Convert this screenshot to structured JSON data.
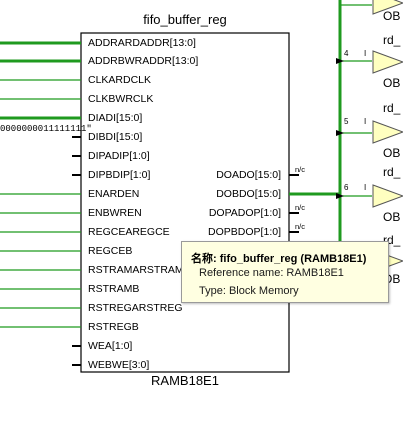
{
  "cell": {
    "instance_name": "fifo_buffer_reg",
    "type_name": "RAMB18E1"
  },
  "input_pins": [
    "ADDRARDADDR[13:0]",
    "ADDRBWRADDR[13:0]",
    "CLKARDCLK",
    "CLKBWRCLK",
    "DIADI[15:0]",
    "DIBDI[15:0]",
    "DIPADIP[1:0]",
    "DIPBDIP[1:0]",
    "ENARDEN",
    "ENBWREN",
    "REGCEAREGCE",
    "REGCEB",
    "RSTRAMARSTRAM",
    "RSTRAMB",
    "RSTREGARSTREG",
    "RSTREGB",
    "WEA[1:0]",
    "WEBWE[3:0]"
  ],
  "output_pins": [
    "DOADO[15:0]",
    "DOBDO[15:0]",
    "DOPADOP[1:0]",
    "DOPBDOP[1:0]"
  ],
  "no_connect_label": "n/c",
  "constant_value": "0000000011111111\"",
  "buffers": {
    "net_indices": [
      "4",
      "5",
      "6"
    ],
    "net_marker": "I",
    "buffer_label": "OB",
    "rd_label": "rd_"
  },
  "tooltip": {
    "title_prefix": "名称:",
    "title_value": "fifo_buffer_reg (RAMB18E1)",
    "reference": "Reference name: RAMB18E1",
    "type": "Type: Block Memory"
  },
  "colors": {
    "net_green": "#1f9a1f",
    "buffer_fill": "#ffffc0",
    "cell_fill": "#ffffff",
    "tooltip_bg": "#ffffe1"
  }
}
